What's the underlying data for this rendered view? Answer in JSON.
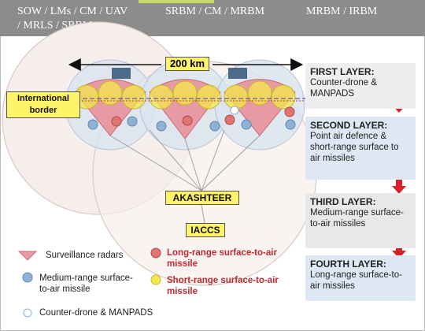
{
  "header": {
    "left_line1": "SOW / LMs / CM / UAV",
    "left_line2": "/ MRLS / SRBM",
    "middle": "SRBM / CM / MRBM",
    "right": "MRBM / IRBM"
  },
  "diagram": {
    "distance_label": "200 km",
    "border_label": "International border",
    "akashteer_label": "AKASHTEER",
    "iaccs_label": "IACCS"
  },
  "layers": [
    {
      "title": "FIRST LAYER:",
      "description": "Counter-drone & MANPADS"
    },
    {
      "title": "SECOND LAYER:",
      "description": "Point air defence & short-range surface to air missiles"
    },
    {
      "title": "THIRD LAYER:",
      "description": "Medium-range surface-to-air missiles"
    },
    {
      "title": "FOURTH LAYER:",
      "description": "Long-range surface-to-air missiles"
    }
  ],
  "legend": {
    "surveillance": "Surveillance radars",
    "long_range": "Long-range surface-to-air missile",
    "medium_range": "Medium-range surface-to-air missile",
    "short_range": "Short-range surface-to-air missile",
    "counter_drone": "Counter-drone & MANPADS"
  },
  "colors": {
    "header_bg": "#8c8c8c",
    "highlight_yellow": "#fff36a",
    "arrow_red": "#d6202a",
    "radar_pink": "#e79aa4",
    "long_range_red": "#e07470",
    "medium_range_blue": "#8fb2d4",
    "short_range_yellow": "#f4e84d",
    "layer_blue": "#dde8f4",
    "layer_gray": "#eeeeee"
  }
}
